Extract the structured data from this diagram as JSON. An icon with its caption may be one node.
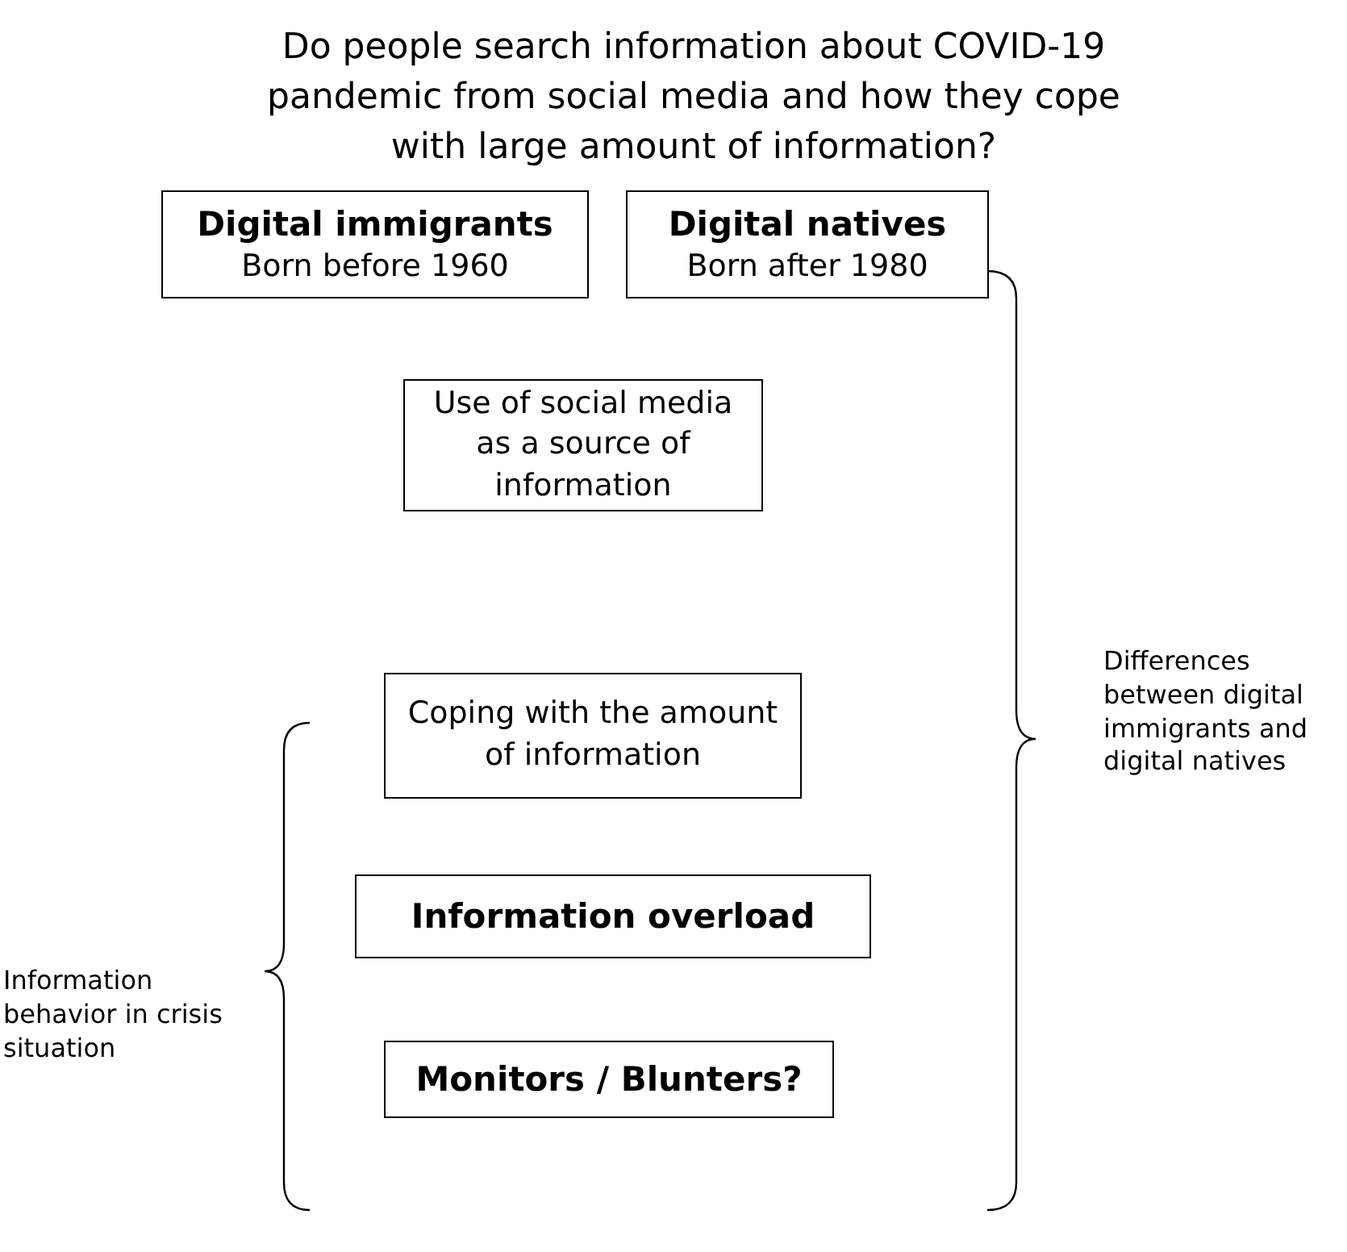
{
  "diagram": {
    "title": "Do people search information about COVID-19 pandemic from social media and how they cope with large amount of information?",
    "nodes": [
      {
        "text": [
          "Digital immigrants",
          "Born before 1960"
        ]
      },
      {
        "text": [
          "Digital natives",
          "Born after 1980"
        ]
      },
      {
        "text": [
          "Use of social media as a source of information"
        ]
      },
      {
        "text": [
          "Coping with the amount of information"
        ]
      },
      {
        "text": [
          "Information overload"
        ]
      },
      {
        "text": [
          "Monitors / Blunters?"
        ]
      }
    ],
    "labels": [
      "Differences between digital immigrants and digital natives",
      "Information behavior in crisis situation"
    ]
  }
}
